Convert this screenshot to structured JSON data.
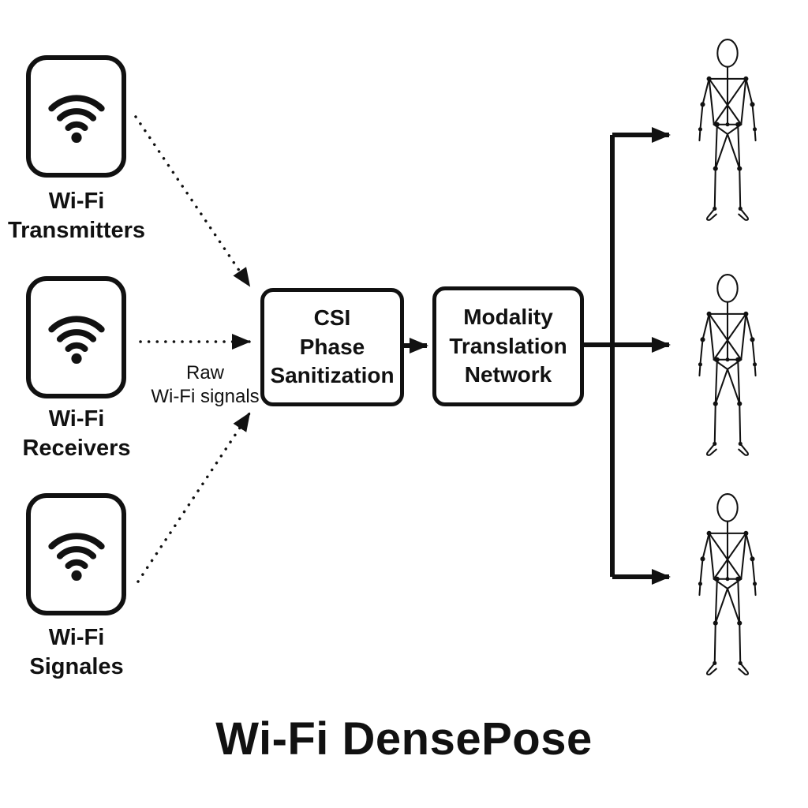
{
  "title": "Wi-Fi DensePose",
  "nodes": {
    "transmitters": {
      "line1": "Wi-Fi",
      "line2": "Transmitters"
    },
    "receivers": {
      "line1": "Wi-Fi",
      "line2": "Receivers"
    },
    "signals": {
      "line1": "Wi-Fi",
      "line2": "Signales"
    },
    "csi": {
      "line1": "CSI",
      "line2": "Phase",
      "line3": "Sanitization"
    },
    "mtn": {
      "line1": "Modality",
      "line2": "Translation",
      "line3": "Network"
    }
  },
  "annotations": {
    "raw_line1": "Raw",
    "raw_line2": "Wi-Fi signals"
  },
  "icons": {
    "wifi": "wifi-icon",
    "human": "human-pose-figure",
    "arrow": "arrow-connector"
  },
  "colors": {
    "foreground": "#111111",
    "background": "#ffffff"
  }
}
